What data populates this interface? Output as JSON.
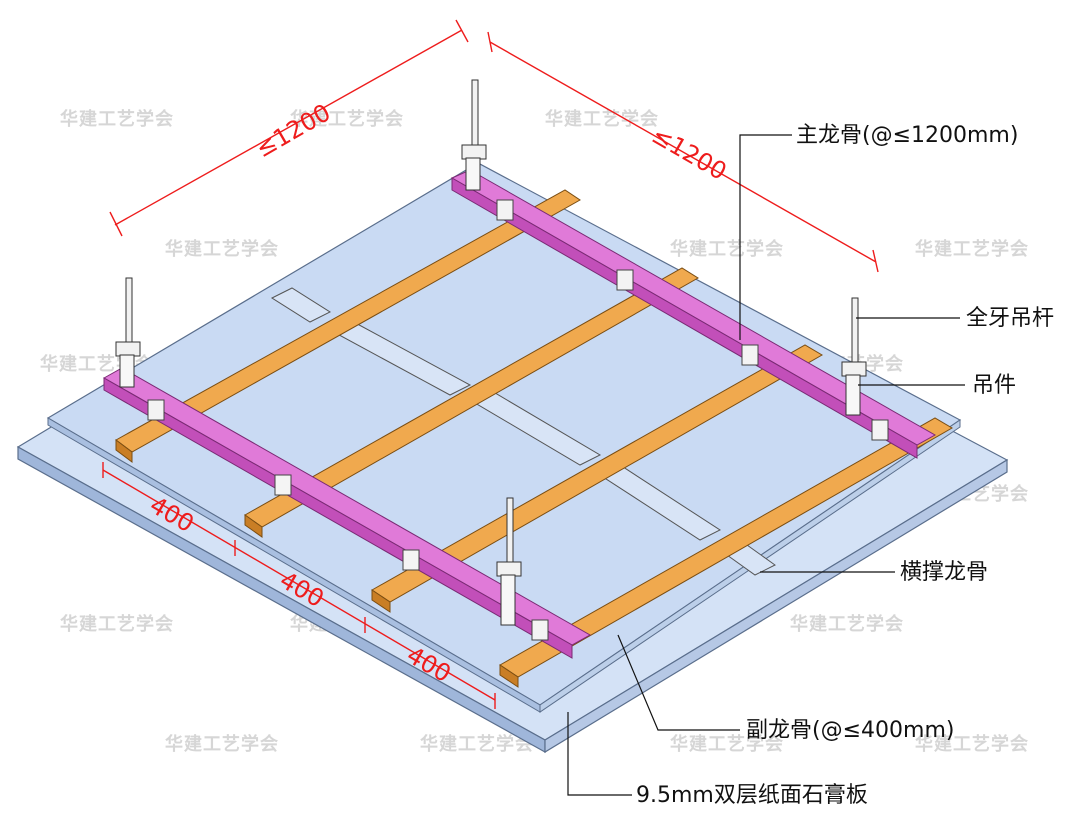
{
  "labels": {
    "main_keel": "主龙骨(@≤1200mm)",
    "threaded_rod": "全牙吊杆",
    "hanger": "吊件",
    "cross_brace": "横撑龙骨",
    "secondary_keel": "副龙骨(@≤400mm)",
    "board": "9.5mm双层纸面石膏板"
  },
  "dimensions": {
    "span_left": "≤1200",
    "span_right": "≤1200",
    "spacing_1": "400",
    "spacing_2": "400",
    "spacing_3": "400"
  },
  "watermark": "华建工艺学会",
  "colors": {
    "board_top": "#c9daf3",
    "board_side": "#9fb6da",
    "main_keel": "#e07ad8",
    "secondary_keel": "#f0a94e",
    "dimension": "#ee1c1c"
  }
}
